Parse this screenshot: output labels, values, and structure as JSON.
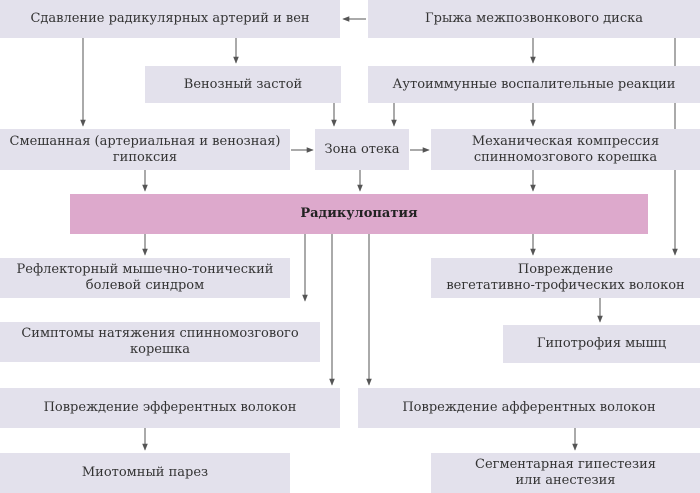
{
  "nodes": {
    "compression_arteries": "Сдавление радикулярных артерий и вен",
    "disc_hernia": "Грыжа межпозвонкового диска",
    "venous_stasis": "Венозный застой",
    "autoimmune": "Аутоиммунные воспалительные реакции",
    "mixed_hypoxia": [
      "Смешанная (артериальная и венозная)",
      "гипоксия"
    ],
    "edema_zone": "Зона отека",
    "mechanical_compression": [
      "Механическая компрессия",
      "спинномозгового корешка"
    ],
    "radiculopathy": "Радикулопатия",
    "reflex_syndrome": [
      "Рефлекторный мышечно-тонический",
      "болевой синдром"
    ],
    "vegetative_damage": [
      "Повреждение",
      "вегетативно-трофических волокон"
    ],
    "tension_symptoms": [
      "Симптомы натяжения спинномозгового",
      "корешка"
    ],
    "muscle_hypotrophy": "Гипотрофия мышц",
    "efferent_damage": "Повреждение эфферентных волокон",
    "afferent_damage": "Повреждение афферентных волокон",
    "myotomal_paresis": "Миотомный парез",
    "segmental_hypesthesia": [
      "Сегментарная гипестезия",
      "или анестезия"
    ]
  },
  "colors": {
    "box": "#e3e1ec",
    "main_box": "#dda9cc",
    "arrow": "#555555",
    "text": "#333333"
  }
}
